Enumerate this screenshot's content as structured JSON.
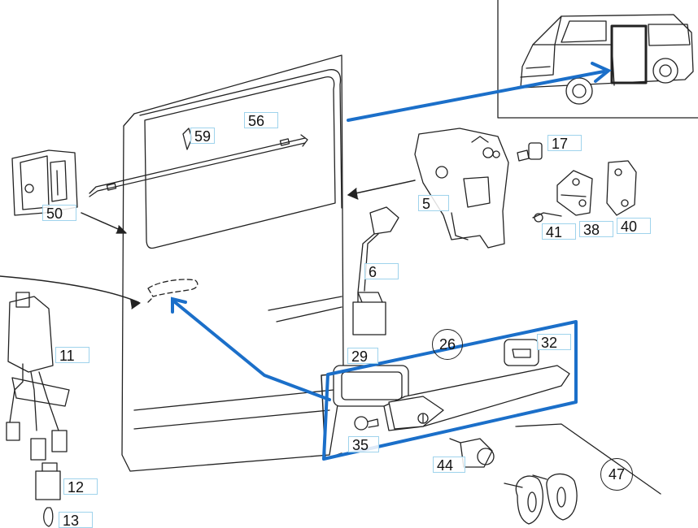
{
  "colors": {
    "line": "#222222",
    "highlight": "#1b6fc9",
    "label_border": "#9fd3ec"
  },
  "callouts": [
    {
      "id": "59",
      "text": "59"
    },
    {
      "id": "56",
      "text": "56"
    },
    {
      "id": "17",
      "text": "17"
    },
    {
      "id": "50",
      "text": "50"
    },
    {
      "id": "5",
      "text": "5"
    },
    {
      "id": "41",
      "text": "41"
    },
    {
      "id": "38",
      "text": "38"
    },
    {
      "id": "40",
      "text": "40"
    },
    {
      "id": "6",
      "text": "6"
    },
    {
      "id": "11",
      "text": "11"
    },
    {
      "id": "29",
      "text": "29"
    },
    {
      "id": "26",
      "text": "26"
    },
    {
      "id": "32",
      "text": "32"
    },
    {
      "id": "35",
      "text": "35"
    },
    {
      "id": "44",
      "text": "44"
    },
    {
      "id": "47",
      "text": "47"
    },
    {
      "id": "12",
      "text": "12"
    },
    {
      "id": "13",
      "text": "13"
    }
  ]
}
